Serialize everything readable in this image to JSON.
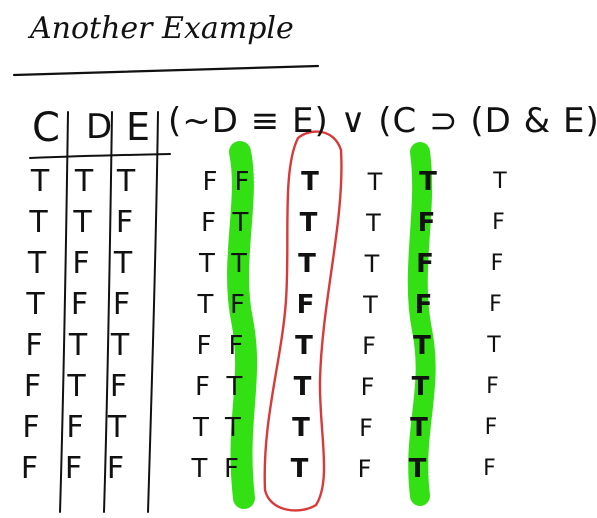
{
  "title": "Another Example",
  "headers": {
    "c": "C",
    "d": "D",
    "e": "E",
    "formula": "(~D ≡ E) ∨ (C ⊃ (D & E))"
  },
  "rows": [
    [
      "T",
      "T",
      "T",
      "F",
      "F",
      "T",
      "T",
      "T",
      "T"
    ],
    [
      "T",
      "T",
      "F",
      "F",
      "T",
      "T",
      "T",
      "F",
      "F"
    ],
    [
      "T",
      "F",
      "T",
      "T",
      "T",
      "T",
      "T",
      "F",
      "F"
    ],
    [
      "T",
      "F",
      "F",
      "T",
      "F",
      "F",
      "T",
      "F",
      "F"
    ],
    [
      "F",
      "T",
      "T",
      "F",
      "F",
      "T",
      "F",
      "T",
      "T"
    ],
    [
      "F",
      "T",
      "F",
      "F",
      "T",
      "T",
      "F",
      "T",
      "F"
    ],
    [
      "F",
      "F",
      "T",
      "T",
      "T",
      "T",
      "F",
      "T",
      "F"
    ],
    [
      "F",
      "F",
      "F",
      "T",
      "F",
      "T",
      "F",
      "T",
      "F"
    ]
  ],
  "highlight_color": "#22dd00",
  "circle_color": "#d83a3a"
}
